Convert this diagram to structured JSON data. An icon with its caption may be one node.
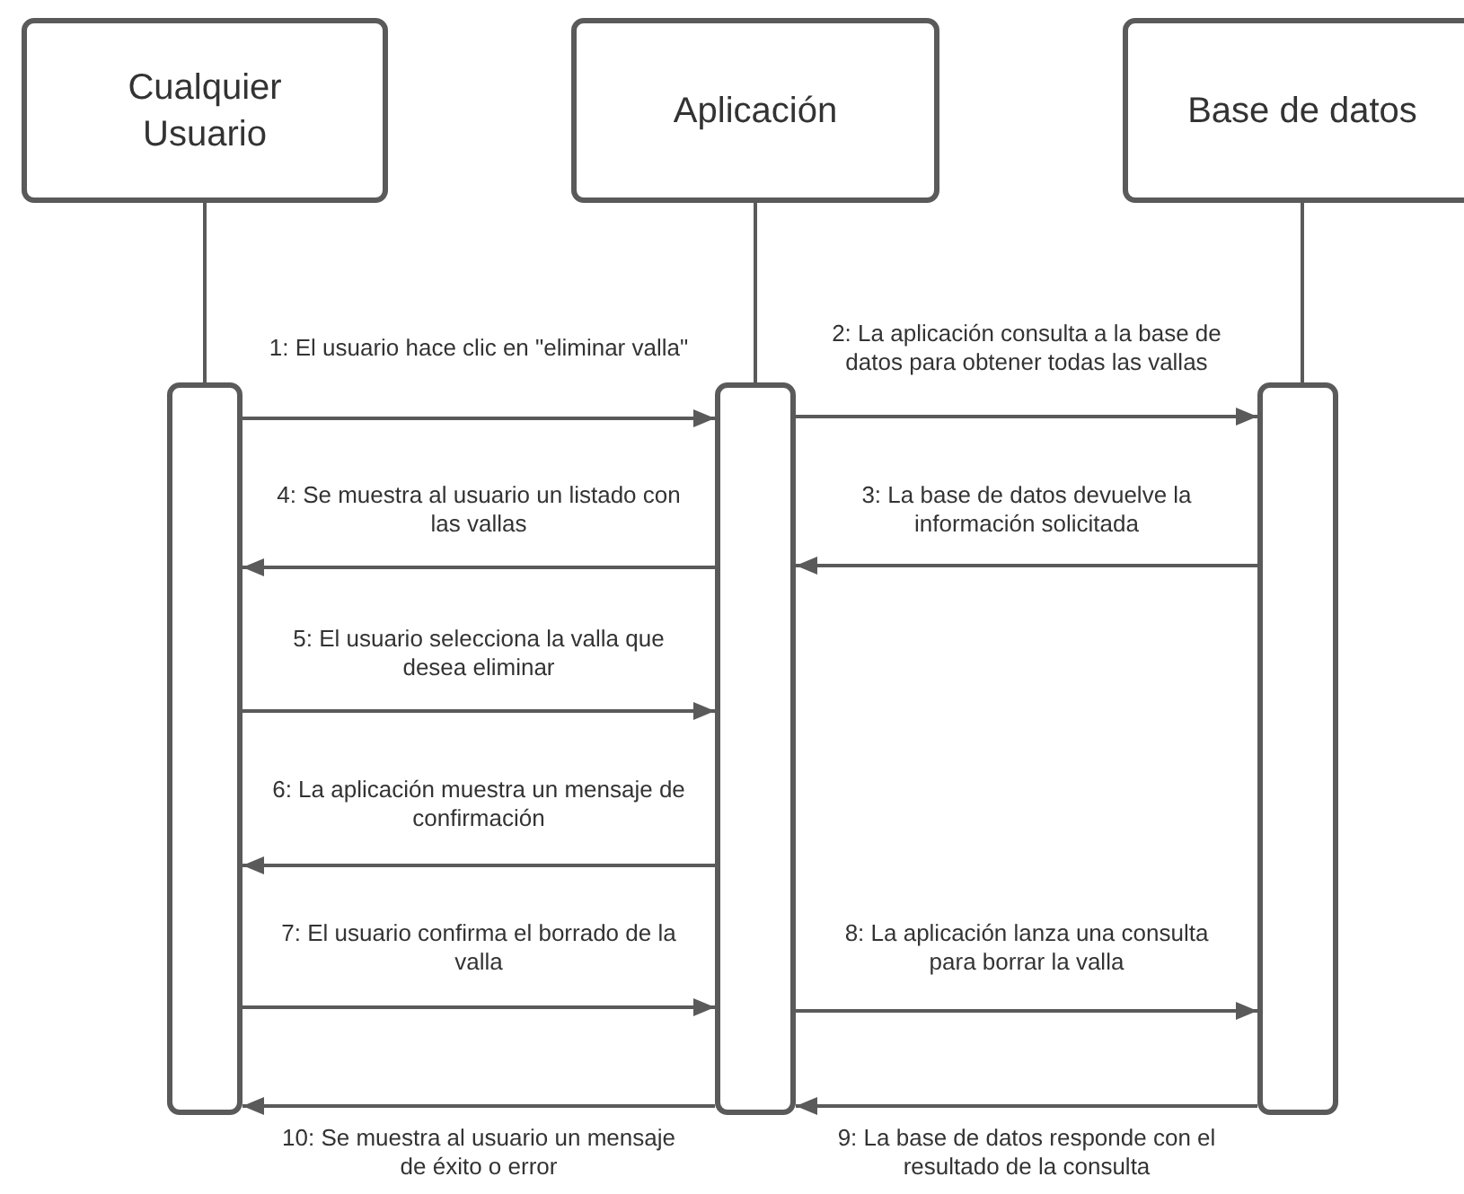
{
  "diagram": {
    "nodes": [
      {
        "text": [
          "Cualquier Usuario"
        ]
      },
      {
        "text": [
          "Aplicación"
        ]
      },
      {
        "text": [
          "Base de datos"
        ]
      },
      {
        "text": [],
        "shape": "bar"
      },
      {
        "text": [],
        "shape": "bar"
      },
      {
        "text": [],
        "shape": "bar"
      }
    ],
    "edges": [
      {
        "from": 0,
        "to": 3,
        "arrow": "none"
      },
      {
        "from": 1,
        "to": 4,
        "arrow": "none"
      },
      {
        "from": 2,
        "to": 5,
        "arrow": "none"
      },
      {
        "from": 3,
        "to": 4,
        "arrow": "to",
        "label": "1: El usuario hace clic en \"eliminar valla\""
      },
      {
        "from": 4,
        "to": 5,
        "arrow": "to",
        "label": "2: La aplicación consulta a la base de datos para obtener todas las vallas"
      },
      {
        "from": 5,
        "to": 4,
        "arrow": "to",
        "label": "3: La base de datos devuelve la información solicitada"
      },
      {
        "from": 4,
        "to": 3,
        "arrow": "to",
        "label": "4: Se muestra al usuario un listado con las vallas"
      },
      {
        "from": 3,
        "to": 4,
        "arrow": "to",
        "label": "5: El usuario selecciona la valla que desea eliminar"
      },
      {
        "from": 4,
        "to": 3,
        "arrow": "to",
        "label": "6: La aplicación muestra un mensaje de confirmación"
      },
      {
        "from": 3,
        "to": 4,
        "arrow": "to",
        "label": "7: El usuario confirma el borrado de la valla"
      },
      {
        "from": 4,
        "to": 5,
        "arrow": "to",
        "label": "8: La aplicación lanza una consulta para borrar la valla"
      },
      {
        "from": 5,
        "to": 4,
        "arrow": "to",
        "label": "9: La base de datos responde con el resultado de la consulta"
      },
      {
        "from": 4,
        "to": 3,
        "arrow": "to",
        "label": "10: Se muestra al usuario un mensaje de éxito o error"
      }
    ]
  }
}
